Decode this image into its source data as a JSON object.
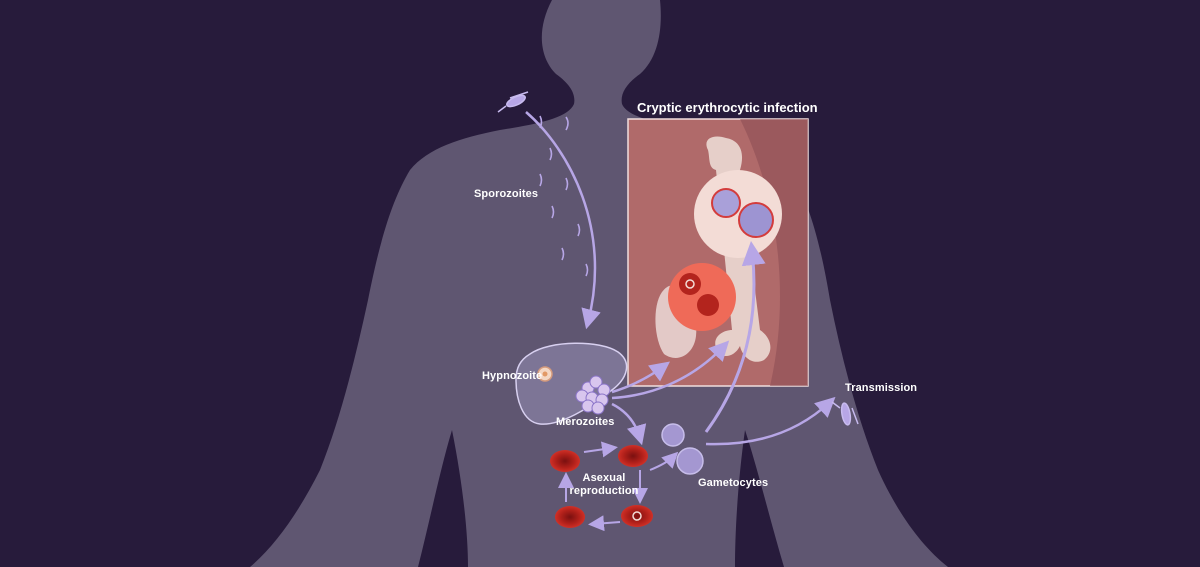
{
  "diagram": {
    "inset_title": "Cryptic erythrocytic infection",
    "labels": {
      "sporozoites": "Sporozoites",
      "hypnozoite": "Hypnozoite",
      "merozoites": "Merozoites",
      "asexual_line1": "Asexual",
      "asexual_line2": "reproduction",
      "gametocytes": "Gametocytes",
      "transmission": "Transmission"
    },
    "icons": {
      "mosquito_bite": "mosquito-icon",
      "mosquito_transmission": "mosquito-icon",
      "liver": "liver-icon",
      "spleen": "spleen-icon",
      "bone": "bone-icon"
    },
    "colors": {
      "background": "#271b3b",
      "body_silhouette": "#5f5671",
      "inset_panel": "#b06a6a",
      "arrow": "#b7a6e6",
      "red_cell": "#c9261c",
      "gametocyte": "#a497d1"
    }
  }
}
